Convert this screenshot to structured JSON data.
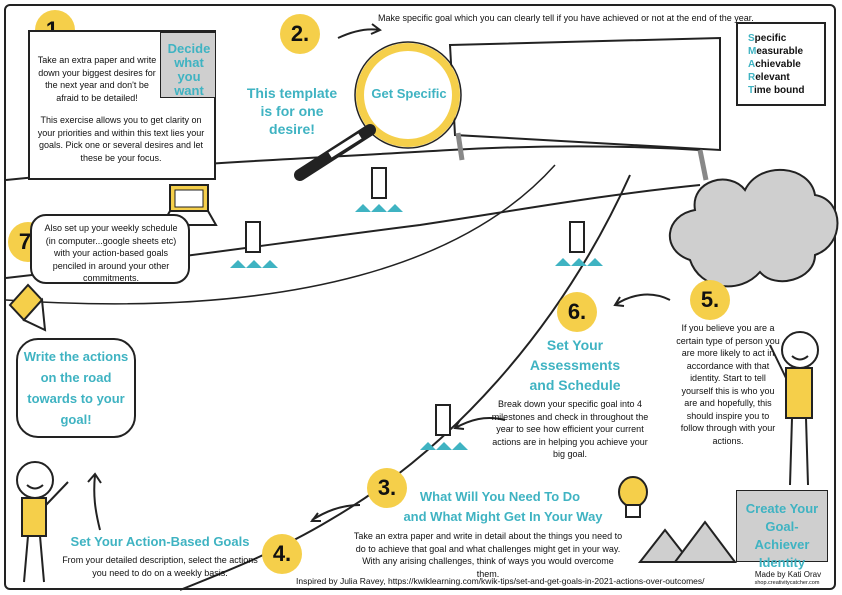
{
  "steps": {
    "s1": {
      "num": "1.",
      "sign": "Decide what you want",
      "text_a": "Take an extra paper and write down your biggest desires for the next year and don't be afraid to be detailed!",
      "text_b": "This exercise allows you to get clarity on your priorities and within this text lies your goals. Pick one or several desires and let these be your focus."
    },
    "s2": {
      "num": "2.",
      "header": "Make specific goal which you can clearly tell if you have achieved or not at the end of the year.",
      "lens_label": "Get Specific"
    },
    "s3": {
      "num": "3.",
      "title_a": "What Will You Need To Do",
      "title_b": "and What Might Get In Your Way",
      "text": "Take an extra paper and write in detail about the things you need to do to achieve that goal and what challenges might get in your way. With any arising challenges, think of ways you would overcome them."
    },
    "s4": {
      "num": "4.",
      "title": "Set Your Action-Based Goals",
      "text": "From your detailed description, select the actions you need to do on a weekly basis."
    },
    "s5": {
      "num": "5.",
      "text": "If you believe you are a certain type of person you are more likely to act in accordance with that identity. Start to tell yourself this is who you are and hopefully, this should inspire you to follow through with your actions.",
      "box": "Create Your Goal-Achiever Identity"
    },
    "s6": {
      "num": "6.",
      "title_a": "Set Your",
      "title_b": "Assessments",
      "title_c": "and Schedule",
      "text": "Break down your specific goal into 4 milestones and check in throughout the year to see how efficient your current actions are in helping you achieve your big goal."
    },
    "s7": {
      "num": "7.",
      "text": "Also set up your weekly schedule (in computer...google sheets etc) with your action-based goals penciled in around your other commitments."
    }
  },
  "template_note": "This template is for one desire!",
  "road_note": "Write the actions on the road towards to your goal!",
  "smart": [
    {
      "letter": "S",
      "rest": "pecific"
    },
    {
      "letter": "M",
      "rest": "easurable"
    },
    {
      "letter": "A",
      "rest": "chievable"
    },
    {
      "letter": "R",
      "rest": "elevant"
    },
    {
      "letter": "T",
      "rest": "ime bound"
    }
  ],
  "footer": {
    "credit": "Inspired by Julia Ravey, https://kwiklearning.com/kwik-tips/set-and-get-goals-in-2021-actions-over-outcomes/",
    "made_by": "Made by Kati Orav",
    "made_by_site": "shop.creativitycatcher.com"
  },
  "colors": {
    "accent": "#3fb3c2",
    "yellow": "#f5cf4a",
    "gray": "#cfcfcf"
  }
}
